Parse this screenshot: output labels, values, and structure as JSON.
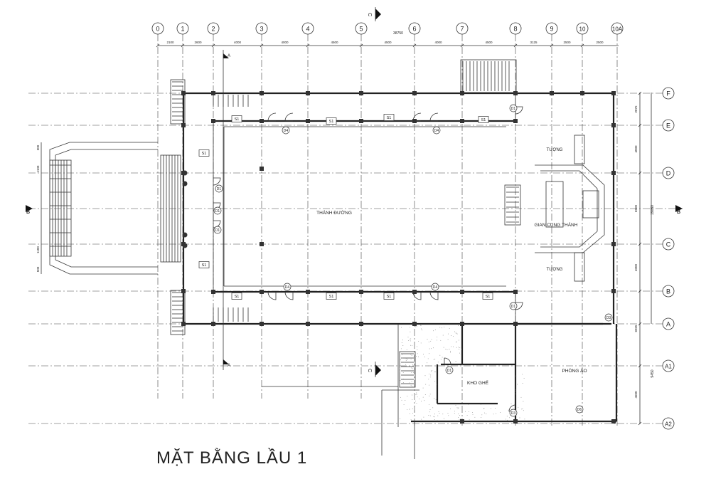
{
  "title": "MẶT BẰNG LẦU 1",
  "grid": {
    "columns": [
      "0",
      "1",
      "2",
      "3",
      "4",
      "5",
      "6",
      "7",
      "8",
      "9",
      "10",
      "10A"
    ],
    "rows": [
      "F",
      "E",
      "D",
      "C",
      "B",
      "A",
      "A1",
      "A2"
    ]
  },
  "dimensions": {
    "total_top": "38750",
    "top": [
      "2100",
      "2600",
      "4000",
      "4000",
      "4500",
      "4500",
      "4000",
      "4500",
      "3125",
      "2500",
      "2500"
    ],
    "right": [
      "2875",
      "4000",
      "6500",
      "4000",
      "6025",
      "4500"
    ],
    "right_total_1": "19050",
    "right_total_2": "9450",
    "left": [
      "500",
      "1100",
      "1100",
      "500"
    ]
  },
  "rooms": {
    "nave": "THÁNH ĐƯỜNG",
    "sanctuary": "GIAN CUNG THÁNH",
    "statue": "TƯỢNG",
    "chair_store": "KHO GHẾ",
    "vestry": "PHÒNG ÁO"
  },
  "tags": {
    "s1": "S1",
    "d1": "D1",
    "d3": "D3",
    "d4": "D4",
    "d6": "D6"
  },
  "section_marks": {
    "a": "A",
    "b": "B",
    "c": "C"
  }
}
